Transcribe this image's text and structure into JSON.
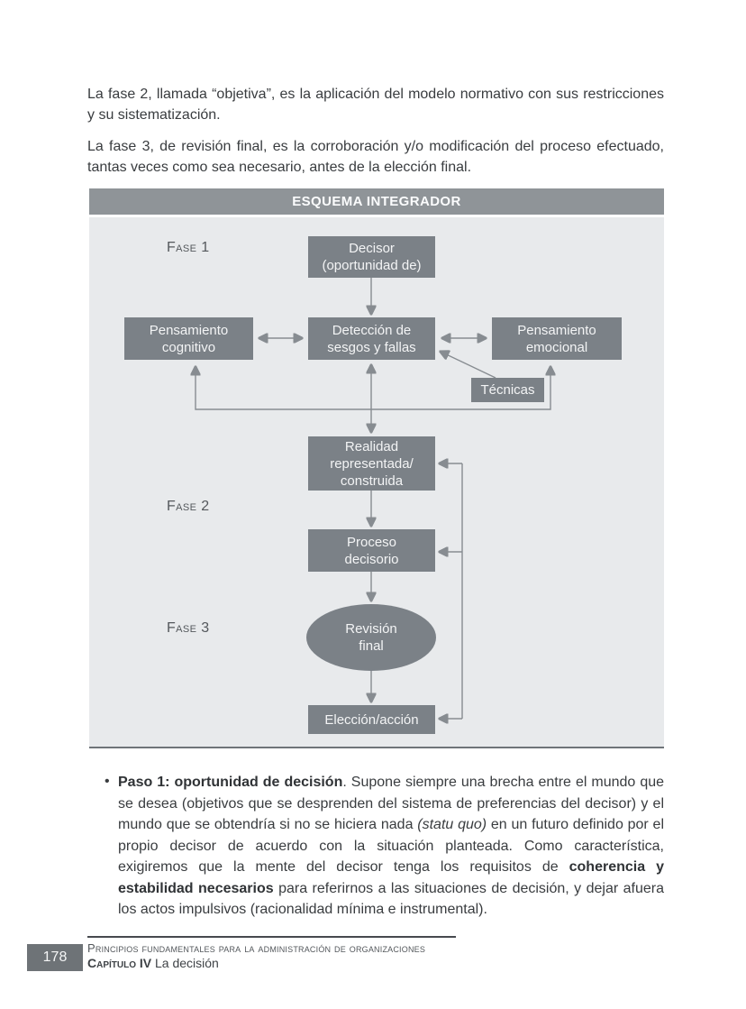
{
  "colors": {
    "page_bg": "#ffffff",
    "text": "#393c3f",
    "figure_header_bg": "#8f9498",
    "figure_header_text": "#fbfcfd",
    "panel_bg": "#e8eaec",
    "box_bg": "#7b8187",
    "box_text": "#f3f4f5",
    "arrow": "#878c91",
    "fase_label": "#54585c",
    "page_number_bg": "#6e7377",
    "page_number_text": "#f4f5f6",
    "footer_text": "#53575b"
  },
  "intro": {
    "p1": "La fase 2, llamada “objetiva”, es la aplicación del modelo normativo con sus restricciones y su sistematización.",
    "p2": "La fase 3, de revisión final, es la corroboración y/o modificación del proceso efectuado, tantas veces como sea necesario, antes de la elección final."
  },
  "figure": {
    "title": "ESQUEMA INTEGRADOR",
    "fases": [
      "Fase 1",
      "Fase 2",
      "Fase 3"
    ],
    "nodes": {
      "decisor": {
        "lines": [
          "Decisor",
          "(oportunidad de)"
        ]
      },
      "pensamiento_cognitivo": {
        "lines": [
          "Pensamiento",
          "cognitivo"
        ]
      },
      "deteccion": {
        "lines": [
          "Detección de",
          "sesgos y fallas"
        ]
      },
      "pensamiento_emocional": {
        "lines": [
          "Pensamiento",
          "emocional"
        ]
      },
      "tecnicas": {
        "lines": [
          "Técnicas"
        ]
      },
      "realidad": {
        "lines": [
          "Realidad",
          "representada/",
          "construida"
        ]
      },
      "proceso": {
        "lines": [
          "Proceso",
          "decisorio"
        ]
      },
      "revision": {
        "lines": [
          "Revisión",
          "final"
        ]
      },
      "eleccion": {
        "lines": [
          "Elección/acción"
        ]
      }
    }
  },
  "paso": {
    "bullet": "•",
    "bold_lead": "Paso 1: oportunidad de decisión",
    "text_1": ". Supone siempre una brecha entre el mundo que se desea (objetivos que se desprenden del sistema de preferencias del decisor) y el mundo que se obtendría si no se hiciera nada ",
    "italic": "(statu quo)",
    "text_2": " en un futuro definido por el propio decisor de acuerdo con la situación planteada. Como característica, exigiremos que la mente del decisor tenga los requisitos de ",
    "bold_2": "coherencia y estabilidad necesarios",
    "text_3": " para referirnos a las situaciones de decisión, y dejar afuera los actos impulsivos (racionalidad mínima e instrumental)."
  },
  "footer": {
    "page_number": "178",
    "book_title": "Principios fundamentales para la administración de organizaciones",
    "chapter_label": "Capítulo IV",
    "chapter_title": "La decisión"
  }
}
